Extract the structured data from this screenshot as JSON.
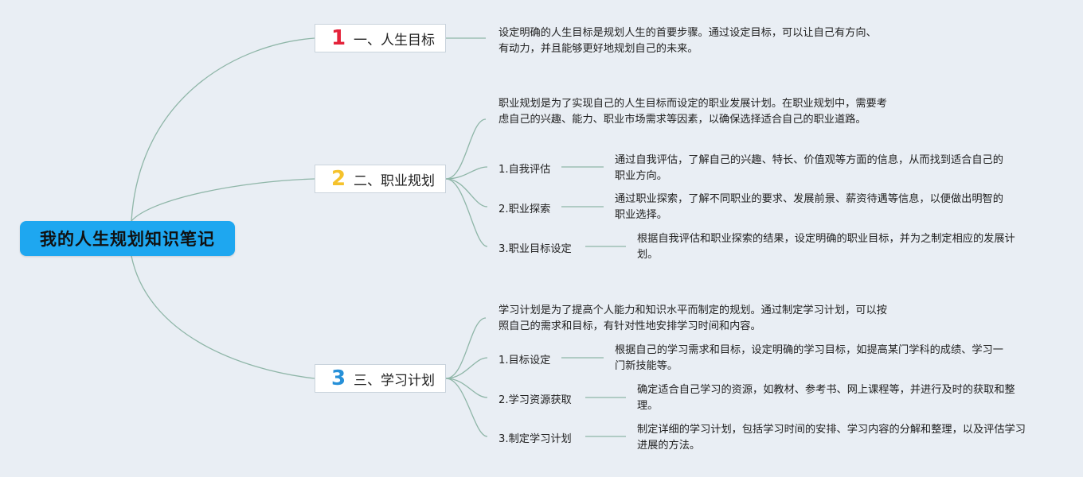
{
  "root": {
    "title": "我的人生规划知识笔记"
  },
  "colors": {
    "root_bg": "#1ea7f0",
    "line": "#8fb6a8",
    "num1": "#e4223a",
    "num2": "#f5c22c",
    "num3": "#2690d8"
  },
  "branches": [
    {
      "number": "1",
      "label": "一、人生目标",
      "desc": "设定明确的人生目标是规划人生的首要步骤。通过设定目标，可以让自己有方向、有动力，并且能够更好地规划自己的未来。",
      "subs": []
    },
    {
      "number": "2",
      "label": "二、职业规划",
      "desc": "职业规划是为了实现自己的人生目标而设定的职业发展计划。在职业规划中，需要考虑自己的兴趣、能力、职业市场需求等因素，以确保选择适合自己的职业道路。",
      "subs": [
        {
          "label": "1.自我评估",
          "desc": "通过自我评估，了解自己的兴趣、特长、价值观等方面的信息，从而找到适合自己的职业方向。"
        },
        {
          "label": "2.职业探索",
          "desc": "通过职业探索，了解不同职业的要求、发展前景、薪资待遇等信息，以便做出明智的职业选择。"
        },
        {
          "label": "3.职业目标设定",
          "desc": "根据自我评估和职业探索的结果，设定明确的职业目标，并为之制定相应的发展计划。"
        }
      ]
    },
    {
      "number": "3",
      "label": "三、学习计划",
      "desc": "学习计划是为了提高个人能力和知识水平而制定的规划。通过制定学习计划，可以按照自己的需求和目标，有针对性地安排学习时间和内容。",
      "subs": [
        {
          "label": "1.目标设定",
          "desc": "根据自己的学习需求和目标，设定明确的学习目标，如提高某门学科的成绩、学习一门新技能等。"
        },
        {
          "label": "2.学习资源获取",
          "desc": "确定适合自己学习的资源，如教材、参考书、网上课程等，并进行及时的获取和整理。"
        },
        {
          "label": "3.制定学习计划",
          "desc": "制定详细的学习计划，包括学习时间的安排、学习内容的分解和整理，以及评估学习进展的方法。"
        }
      ]
    }
  ]
}
